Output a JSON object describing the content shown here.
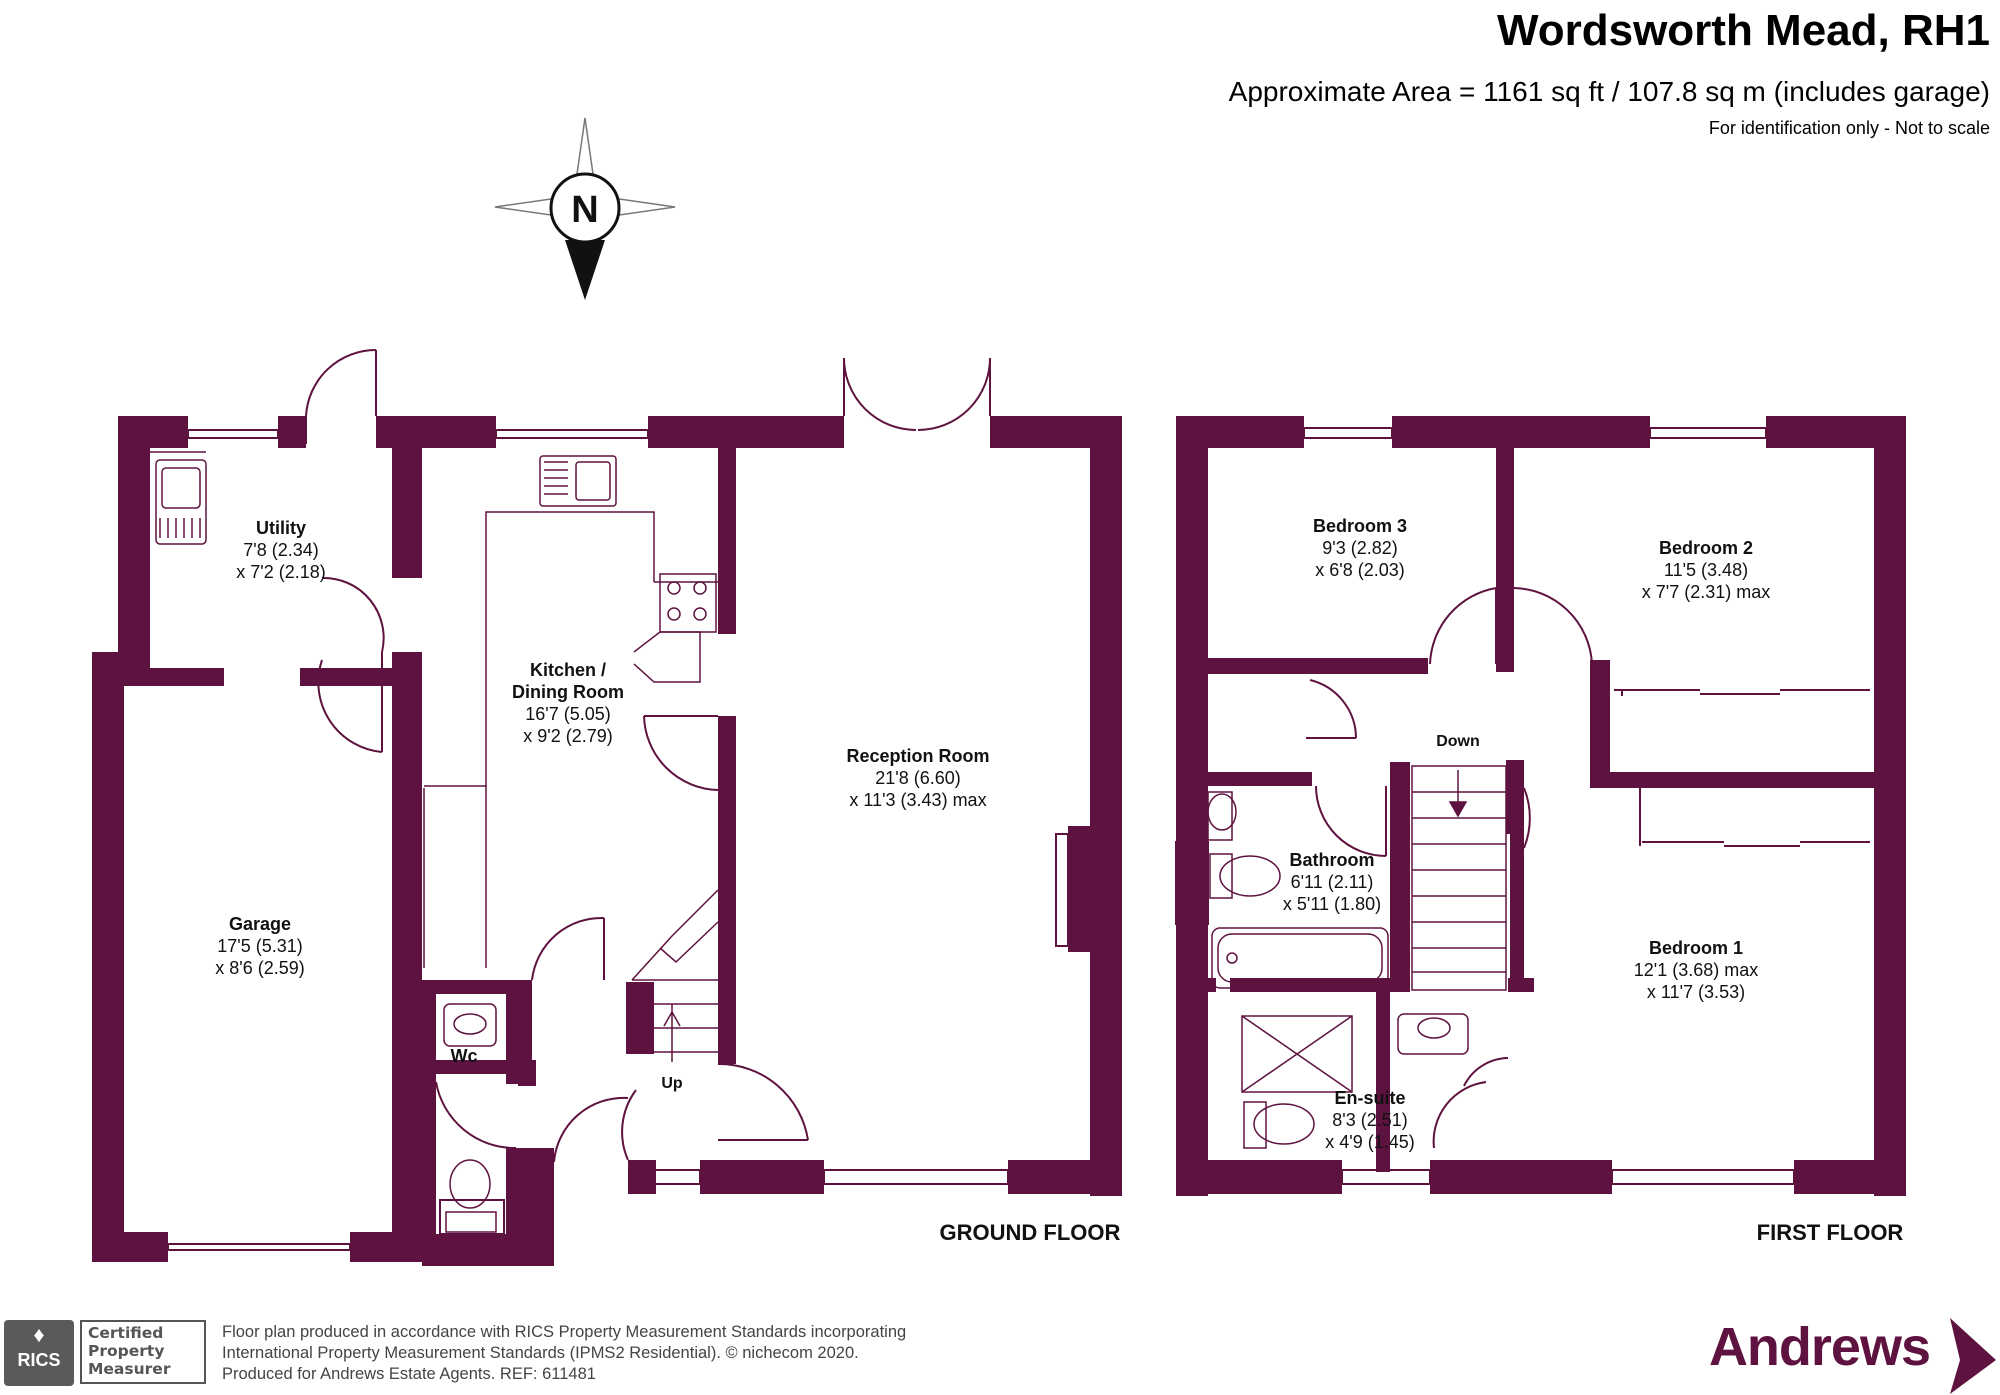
{
  "header": {
    "title": "Wordsworth Mead, RH1",
    "area": "Approximate Area = 1161 sq ft / 107.8 sq m (includes garage)",
    "note": "For identification only - Not to scale"
  },
  "compass": {
    "label": "N"
  },
  "colors": {
    "wall": "#5e123f",
    "line": "#5e123f",
    "accent": "#5e123f"
  },
  "ground_floor": {
    "label": "GROUND FLOOR",
    "rooms": {
      "utility": {
        "name": "Utility",
        "dim1": "7'8 (2.34)",
        "dim2": "x 7'2 (2.18)"
      },
      "kitchen": {
        "name1": "Kitchen /",
        "name2": "Dining Room",
        "dim1": "16'7 (5.05)",
        "dim2": "x 9'2 (2.79)"
      },
      "reception": {
        "name": "Reception Room",
        "dim1": "21'8 (6.60)",
        "dim2": "x 11'3 (3.43) max"
      },
      "garage": {
        "name": "Garage",
        "dim1": "17'5 (5.31)",
        "dim2": "x 8'6 (2.59)"
      },
      "wc": {
        "name": "Wc"
      }
    },
    "stairs_label": "Up"
  },
  "first_floor": {
    "label": "FIRST FLOOR",
    "rooms": {
      "bedroom3": {
        "name": "Bedroom 3",
        "dim1": "9'3 (2.82)",
        "dim2": "x 6'8 (2.03)"
      },
      "bedroom2": {
        "name": "Bedroom 2",
        "dim1": "11'5 (3.48)",
        "dim2": "x 7'7 (2.31) max"
      },
      "bathroom": {
        "name": "Bathroom",
        "dim1": "6'11 (2.11)",
        "dim2": "x 5'11 (1.80)"
      },
      "bedroom1": {
        "name": "Bedroom 1",
        "dim1": "12'1 (3.68) max",
        "dim2": "x 11'7 (3.53)"
      },
      "ensuite": {
        "name": "En-suite",
        "dim1": "8'3 (2.51)",
        "dim2": "x 4'9 (1.45)"
      }
    },
    "stairs_label": "Down"
  },
  "footer": {
    "line1": "Floor plan produced in accordance with RICS Property Measurement Standards incorporating",
    "line2": "International Property Measurement Standards (IPMS2 Residential).  © nichecom 2020.",
    "line3": "Produced for Andrews Estate Agents.   REF:  611481",
    "rics_logo": "RICS",
    "rics_badge": [
      "Certified",
      "Property",
      "Measurer"
    ],
    "brand": "Andrews"
  }
}
